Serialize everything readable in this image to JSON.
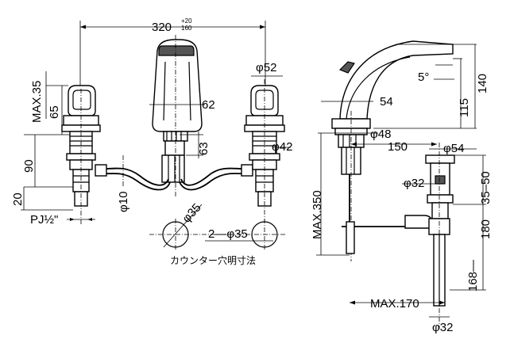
{
  "front_view": {
    "spacing_main": "320",
    "spacing_plus": "+20",
    "spacing_minus": "160",
    "spout_width": "62",
    "spout_shank": "63",
    "handle_max_height": "MAX.35",
    "handle_height": "65",
    "thread_height": "90",
    "inlet_height": "20",
    "inlet_thread": "PJ½\"",
    "supply_tube_dia": "φ10",
    "handle_base_dia": "φ52",
    "handle_shank_dia": "φ42"
  },
  "counter_holes": {
    "center_hole_dia": "φ35",
    "side_holes": "2—φ35",
    "caption": "カウンター穴明寸法"
  },
  "side_view": {
    "spout_angle": "5°",
    "spout_height_1": "115",
    "spout_height_2": "140",
    "spout_base": "54",
    "base_dia": "φ48",
    "reach": "150",
    "drain_top_dia": "φ54",
    "drain_range_a": "35–50",
    "drain_tail_dia": "φ32",
    "drain_range_b": "180",
    "drain_range_c": "168—",
    "rod_max": "MAX.350",
    "trap_max": "MAX.170",
    "tail_dia": "φ32"
  }
}
